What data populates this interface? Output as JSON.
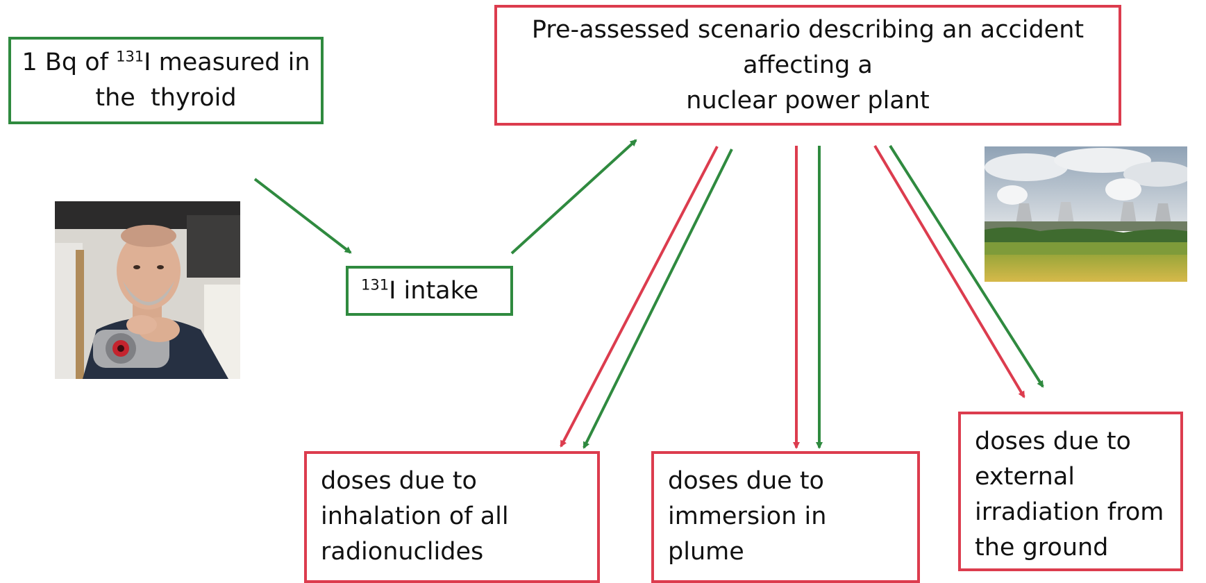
{
  "boxes": {
    "measured": {
      "line1_prefix": "1 Bq of ",
      "isotope_mass": "131",
      "line1_suffix": "I measured in",
      "line2": "the  thyroid"
    },
    "scenario": {
      "line1": "Pre-assessed scenario describing an accident",
      "line2": "affecting a",
      "line3": "nuclear power plant"
    },
    "intake": {
      "isotope_mass": "131",
      "suffix": "I intake"
    },
    "inhalation": {
      "line1": "doses due to",
      "line2": "inhalation of all",
      "line3": "radionuclides"
    },
    "immersion": {
      "line1": "doses due to",
      "line2": "immersion in",
      "line3": "plume"
    },
    "ground": {
      "line1": "doses due to",
      "line2": "external",
      "line3": "irradiation from",
      "line4": "the ground"
    }
  },
  "colors": {
    "green": "#2f8a3f",
    "red": "#dc3c4e"
  },
  "images": {
    "left_photo": "man-with-thyroid-detector-photo",
    "right_photo": "nuclear-power-plant-cooling-towers-photo"
  }
}
